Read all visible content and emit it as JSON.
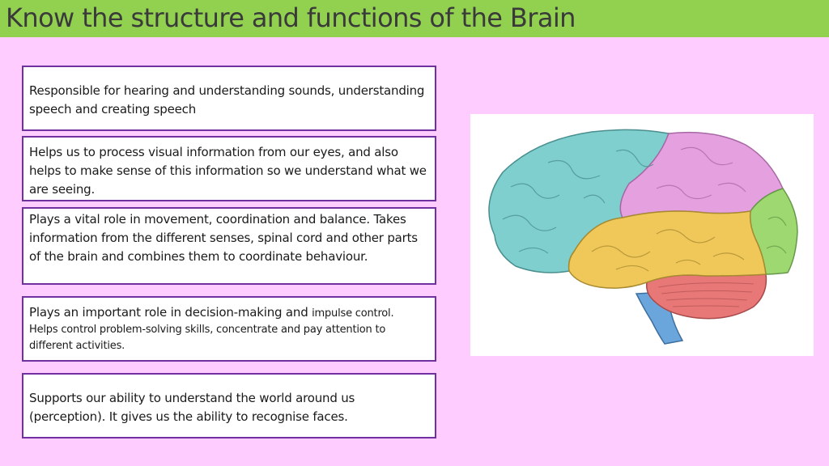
{
  "title": "Know the structure and functions of the Brain",
  "colors": {
    "title_bar": "#92d050",
    "background": "#ffccff",
    "box_border": "#7030a0",
    "frontal_lobe": "#7fcfcf",
    "parietal_lobe": "#e5a0e0",
    "occipital_lobe": "#9ed870",
    "temporal_lobe": "#f0c85a",
    "cerebellum": "#e87878",
    "brain_stem": "#6aa6dc"
  },
  "boxes": [
    {
      "text": "Responsible for hearing and understanding sounds, understanding speech and creating speech"
    },
    {
      "text": "Helps us to process visual information from our eyes, and also helps to make sense of this information so we understand what we are seeing."
    },
    {
      "text": "Plays a vital role in movement, coordination and balance. Takes information from the different senses, spinal cord and other parts of the brain and combines them to coordinate behaviour."
    },
    {
      "text_main": "Plays an important role in decision-making and ",
      "text_small_inline": "impulse control.",
      "text_small": "Helps control problem-solving skills, concentrate and pay attention to different activities."
    },
    {
      "text": "Supports our ability to understand the world around us (perception). It gives us the ability to recognise faces."
    }
  ],
  "image": {
    "icon": "brain-diagram"
  }
}
